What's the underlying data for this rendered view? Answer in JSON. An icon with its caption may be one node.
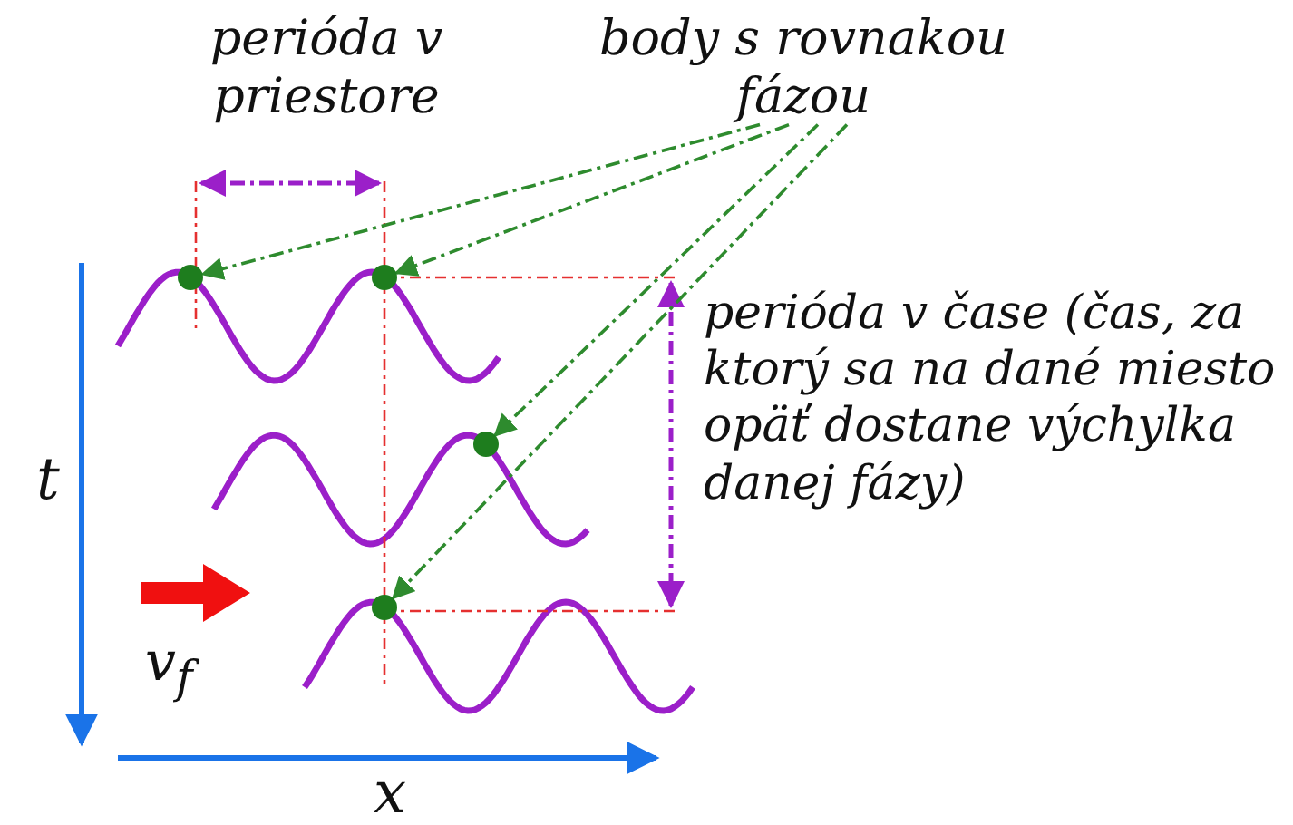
{
  "diagram": {
    "nodes": [
      {
        "text": [
          "body s rovnakou fázou"
        ]
      },
      {
        "text": [],
        "shape": "circle"
      },
      {
        "text": [],
        "shape": "circle"
      },
      {
        "text": [],
        "shape": "circle"
      },
      {
        "text": [],
        "shape": "circle"
      }
    ],
    "edges": [
      {
        "from": 0,
        "to": 1,
        "arrow": "to",
        "style": "dashed"
      },
      {
        "from": 0,
        "to": 2,
        "arrow": "to",
        "style": "dashed"
      },
      {
        "from": 0,
        "to": 3,
        "arrow": "to",
        "style": "dashed"
      },
      {
        "from": 0,
        "to": 4,
        "arrow": "to",
        "style": "dashed"
      }
    ],
    "labels": [
      "perióda v priestore",
      "perióda v čase (čas, za ktorý sa na dané miesto opäť dostane výchylka danej fázy)",
      "t",
      "v$_{f}$",
      "x"
    ]
  }
}
